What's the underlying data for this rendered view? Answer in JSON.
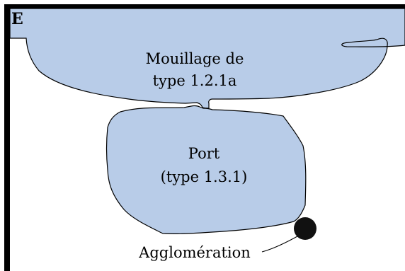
{
  "panel_letter": "E",
  "anchorage": {
    "label_line1": "Mouillage de",
    "label_line2": "type 1.2.1a"
  },
  "port": {
    "label_line1": "Port",
    "label_line2": "(type 1.3.1)"
  },
  "settlement": {
    "label": "Agglomération"
  },
  "colors": {
    "water": "#b8cce8",
    "outline": "#000000",
    "frame": "#000000",
    "settlement": "#111111"
  }
}
